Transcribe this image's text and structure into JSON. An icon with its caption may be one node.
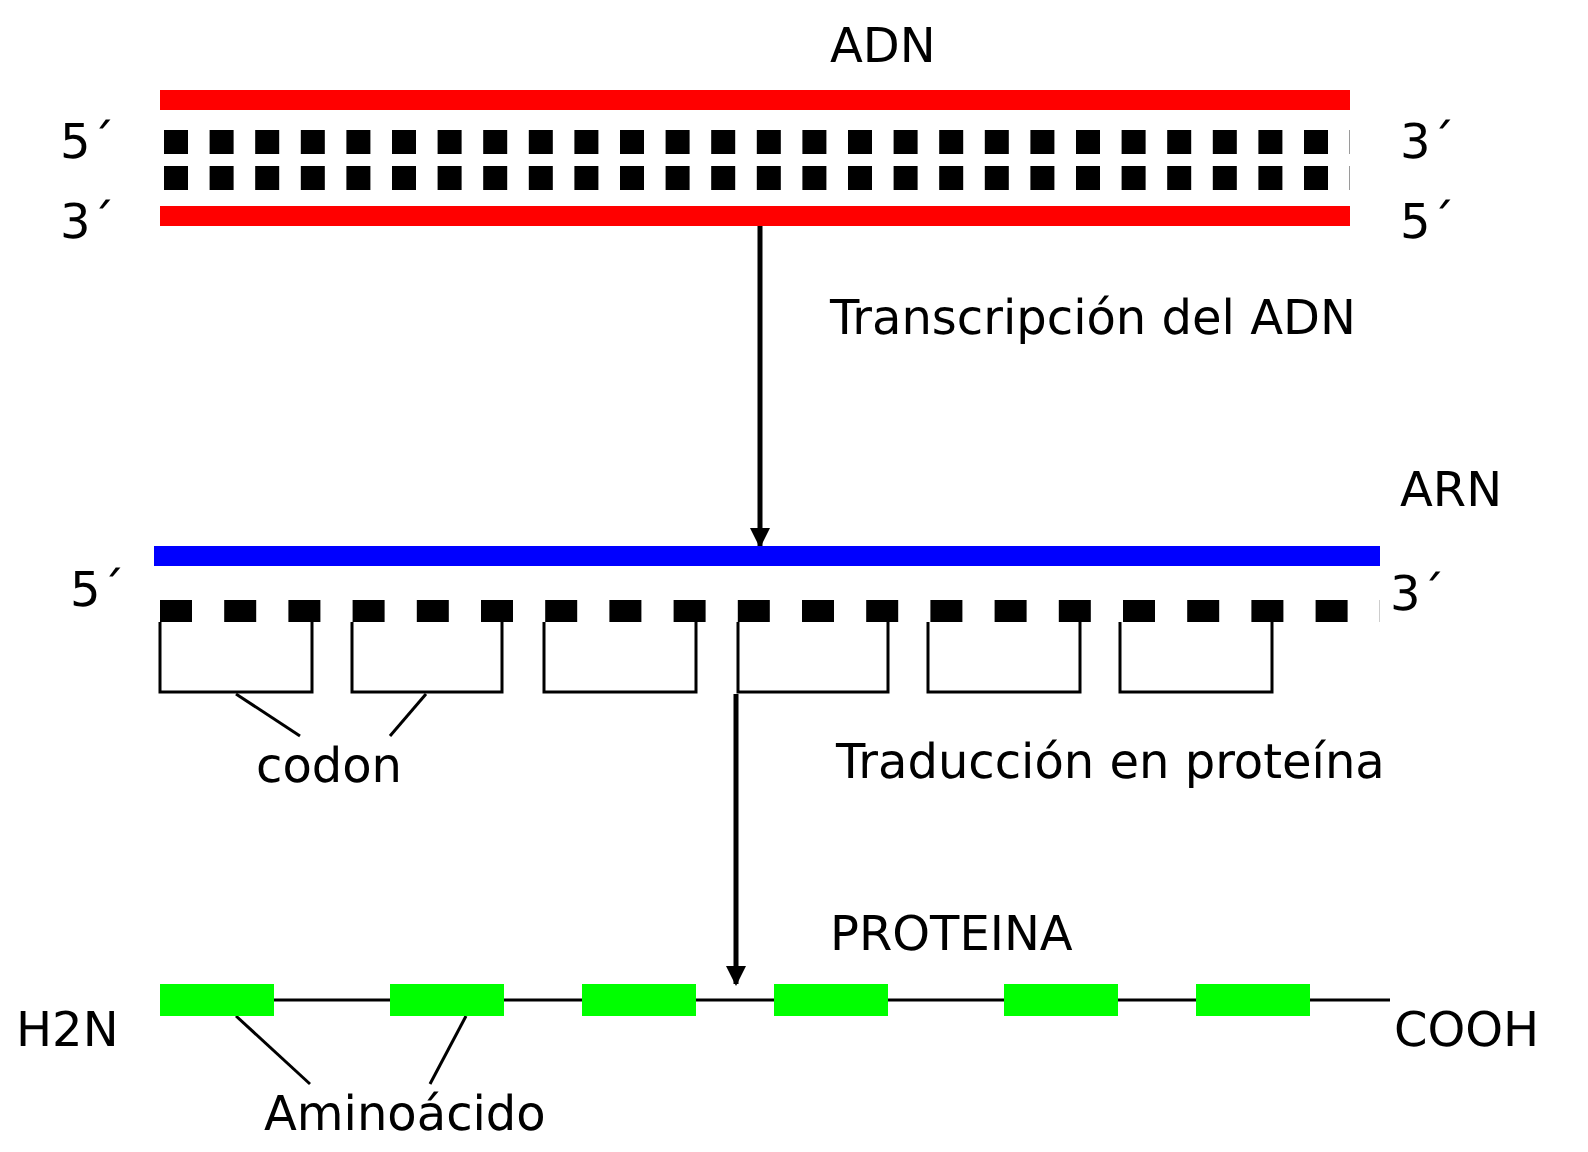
{
  "diagram": {
    "nodes": [
      {
        "text": [],
        "shape": "bar",
        "beside": [
          "ADN"
        ]
      },
      {
        "text": [],
        "shape": "bar",
        "beside": [
          "ARN"
        ]
      },
      {
        "text": [],
        "shape": "box"
      },
      {
        "text": [],
        "shape": "box"
      },
      {
        "text": [],
        "shape": "box"
      },
      {
        "text": [],
        "shape": "box"
      },
      {
        "text": [],
        "shape": "box"
      },
      {
        "text": [],
        "shape": "box"
      },
      {
        "text": [],
        "shape": "bar",
        "beside": [
          "PROTEINA"
        ]
      },
      {
        "text": [],
        "shape": "bar",
        "in": 8
      },
      {
        "text": [],
        "shape": "bar",
        "in": 8
      },
      {
        "text": [],
        "shape": "bar",
        "in": 8
      },
      {
        "text": [],
        "shape": "bar",
        "in": 8
      },
      {
        "text": [],
        "shape": "bar",
        "in": 8
      },
      {
        "text": [],
        "shape": "bar",
        "in": 8
      },
      {
        "text": [
          "codon"
        ]
      },
      {
        "text": [
          "Aminoácido"
        ]
      }
    ],
    "edges": [
      {
        "from": 0,
        "to": 1,
        "arrow": "to",
        "label": "Transcripción del ADN"
      },
      {
        "from": 5,
        "to": 8,
        "arrow": "to",
        "label": "Traducción en proteína"
      },
      {
        "from": 15,
        "to": 2,
        "arrow": "none"
      },
      {
        "from": 15,
        "to": 3,
        "arrow": "none"
      },
      {
        "from": 16,
        "to": 9,
        "arrow": "none"
      },
      {
        "from": 16,
        "to": 10,
        "arrow": "none"
      }
    ],
    "labels": [
      "5´",
      "3´",
      "3´",
      "5´",
      "5´",
      "3´",
      "H2N",
      "COOH"
    ]
  }
}
